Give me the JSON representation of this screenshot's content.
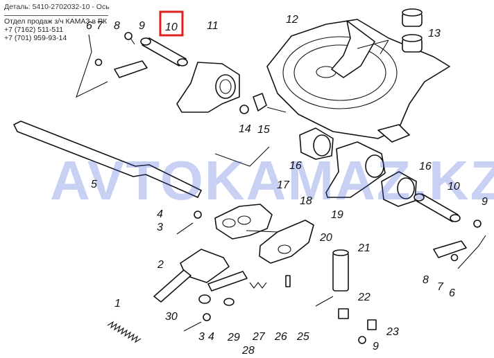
{
  "header": {
    "title": "Деталь: 5410-2702032-10 - Ось",
    "seller": "Отдел продаж з/ч КАМАЗ в РК",
    "phone1": "+7 (7162) 511-511",
    "phone2": "+7 (701) 959-93-14"
  },
  "watermark": "AVTOKAMAZ.KZ",
  "highlight_color": "#e0201c",
  "callouts": {
    "c1": "1",
    "c2": "2",
    "c3a": "3",
    "c3b": "3",
    "c4a": "4",
    "c4b": "4",
    "c5": "5",
    "c6a": "6",
    "c6b": "6",
    "c7a": "7",
    "c7b": "7",
    "c8a": "8",
    "c8b": "8",
    "c9a": "9",
    "c9b": "9",
    "c9c": "9",
    "c10a": "10",
    "c10b": "10",
    "c11": "11",
    "c12": "12",
    "c13": "13",
    "c14": "14",
    "c15": "15",
    "c16a": "16",
    "c16b": "16",
    "c17": "17",
    "c18": "18",
    "c19": "19",
    "c20": "20",
    "c21": "21",
    "c22": "22",
    "c23": "23",
    "c25": "25",
    "c26": "26",
    "c27": "27",
    "c28": "28",
    "c29": "29",
    "c30": "30"
  }
}
